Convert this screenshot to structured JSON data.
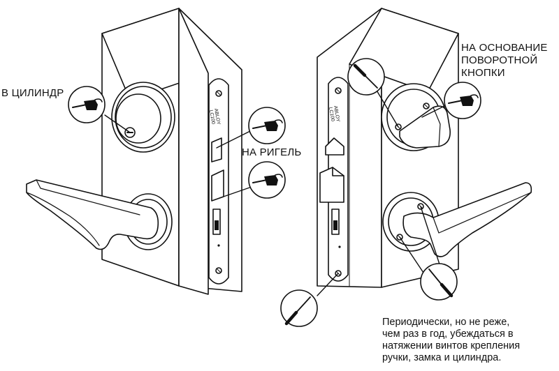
{
  "labels": {
    "cylinder": "В ЦИЛИНДР",
    "bolt": "НА РИГЕЛЬ",
    "thumbturn_base": [
      "НА ОСНОВАНИЕ",
      "ПОВОРОТНОЙ",
      "КНОПКИ"
    ]
  },
  "faceplate_text": {
    "left": [
      "ABLOY",
      "LC100"
    ],
    "right": [
      "ABLOY",
      "LC100"
    ]
  },
  "note_lines": [
    "Периодически, но не реже,",
    "чем раз в год, убеждаться в",
    "натяжении винтов крепления",
    "ручки, замка и цилиндра."
  ],
  "icons": [
    "oil-can-icon",
    "oil-can-icon",
    "oil-can-icon",
    "oil-can-icon",
    "screwdriver-icon",
    "screwdriver-icon",
    "screwdriver-icon"
  ]
}
